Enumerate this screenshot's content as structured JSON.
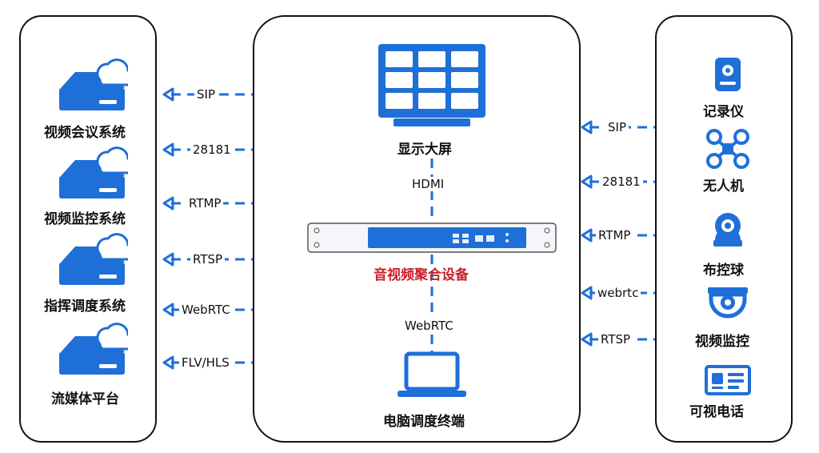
{
  "left_systems": [
    {
      "label": "视频会议系统",
      "icon": "server-cloud-icon"
    },
    {
      "label": "视频监控系统",
      "icon": "server-cloud-icon"
    },
    {
      "label": "指挥调度系统",
      "icon": "server-cloud-icon"
    },
    {
      "label": "流媒体平台",
      "icon": "server-cloud-icon"
    }
  ],
  "left_protocols": [
    "SIP",
    "28181",
    "RTMP",
    "RTSP",
    "WebRTC",
    "FLV/HLS"
  ],
  "center": {
    "display_label": "显示大屏",
    "display_link": "HDMI",
    "device_label": "音视频聚合设备",
    "terminal_link": "WebRTC",
    "terminal_label": "电脑调度终端"
  },
  "right_devices": [
    {
      "label": "记录仪",
      "icon": "bodycam-icon"
    },
    {
      "label": "无人机",
      "icon": "drone-icon"
    },
    {
      "label": "布控球",
      "icon": "ptz-ball-camera-icon"
    },
    {
      "label": "视频监控",
      "icon": "dome-camera-icon"
    },
    {
      "label": "可视电话",
      "icon": "video-phone-icon"
    }
  ],
  "right_protocols": [
    "SIP",
    "28181",
    "RTMP",
    "webrtc",
    "RTSP"
  ],
  "colors": {
    "accent": "#1f6fd8",
    "label_red": "#c8202a",
    "outline": "#111111"
  }
}
